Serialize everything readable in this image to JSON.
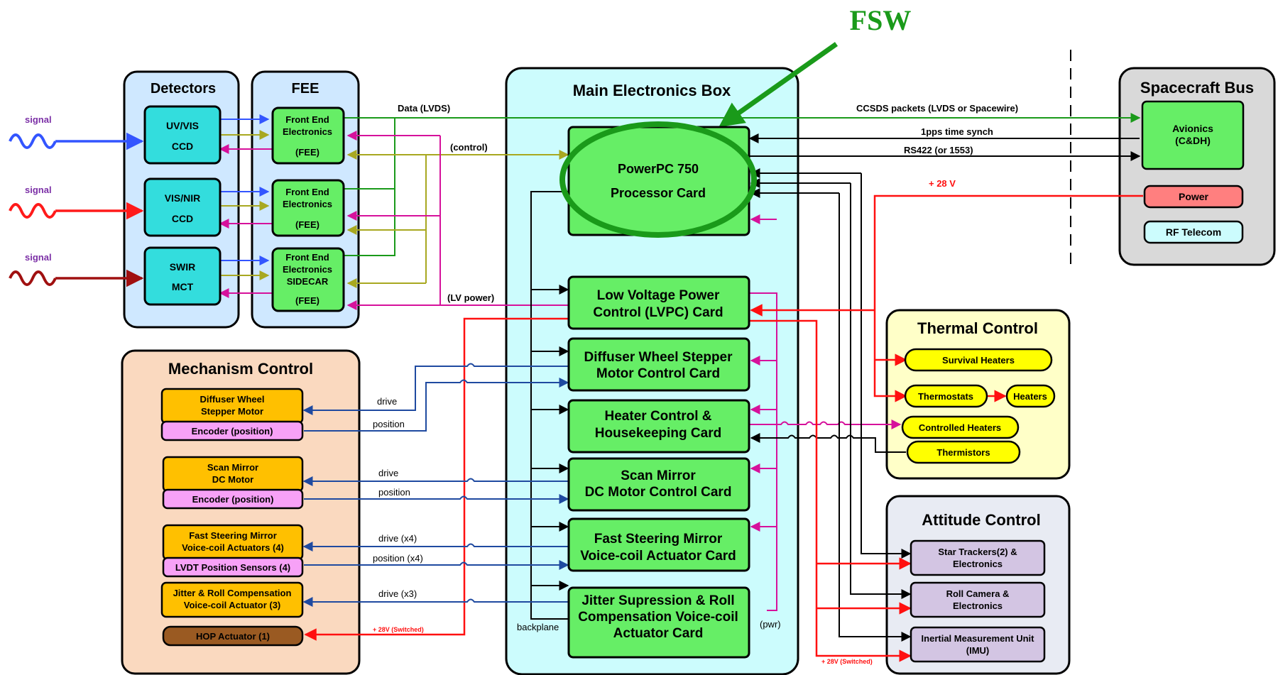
{
  "banner": "FSW",
  "panels": {
    "detectors": "Detectors",
    "fee": "FEE",
    "main": "Main Electronics Box",
    "spacecraft": "Spacecraft Bus",
    "thermal": "Thermal Control",
    "attitude": "Attitude Control",
    "mechanism": "Mechanism Control"
  },
  "signals": [
    "signal",
    "signal",
    "signal"
  ],
  "detectors": [
    {
      "l1": "UV/VIS",
      "l2": "CCD"
    },
    {
      "l1": "VIS/NIR",
      "l2": "CCD"
    },
    {
      "l1": "SWIR",
      "l2": "MCT"
    }
  ],
  "fee": [
    {
      "l1": "Front End",
      "l2": "Electronics",
      "l3": "(FEE)"
    },
    {
      "l1": "Front End",
      "l2": "Electronics",
      "l3": "(FEE)"
    },
    {
      "l1": "Front End",
      "l2": "Electronics",
      "l3": "SIDECAR",
      "l4": "(FEE)"
    }
  ],
  "cards": {
    "processor": {
      "l1": "PowerPC 750",
      "l2": "Processor Card"
    },
    "lvpc": {
      "l1": "Low Voltage Power",
      "l2": "Control (LVPC) Card"
    },
    "diffuser": {
      "l1": "Diffuser Wheel Stepper",
      "l2": "Motor Control Card"
    },
    "heater": {
      "l1": "Heater Control &",
      "l2": "Housekeeping Card"
    },
    "scan": {
      "l1": "Scan Mirror",
      "l2": "DC Motor Control Card"
    },
    "fsm": {
      "l1": "Fast Steering Mirror",
      "l2": "Voice-coil Actuator Card"
    },
    "jitter": {
      "l1": "Jitter Supression & Roll",
      "l2": "Compensation Voice-coil",
      "l3": "Actuator Card"
    }
  },
  "spacecraft": {
    "avionics": {
      "l1": "Avionics",
      "l2": "(C&DH)"
    },
    "power": "Power",
    "rf": "RF Telecom"
  },
  "thermal": {
    "survival": "Survival Heaters",
    "thermostats": "Thermostats",
    "heaters": "Heaters",
    "controlled": "Controlled Heaters",
    "thermistors": "Thermistors"
  },
  "attitude": {
    "star": {
      "l1": "Star Trackers(2) &",
      "l2": "Electronics"
    },
    "roll": {
      "l1": "Roll Camera &",
      "l2": "Electronics"
    },
    "imu": {
      "l1": "Inertial Measurement Unit",
      "l2": "(IMU)"
    }
  },
  "mechanism": {
    "diffuser_motor": {
      "l1": "Diffuser Wheel",
      "l2": "Stepper Motor"
    },
    "encoder1": "Encoder (position)",
    "scan_motor": {
      "l1": "Scan Mirror",
      "l2": "DC Motor"
    },
    "encoder2": "Encoder (position)",
    "fsm_act": {
      "l1": "Fast Steering Mirror",
      "l2": "Voice-coil Actuators (4)"
    },
    "lvdt": "LVDT Position Sensors (4)",
    "jitter_act": {
      "l1": "Jitter & Roll Compensation",
      "l2": "Voice-coil Actuator (3)"
    },
    "hop": "HOP Actuator (1)"
  },
  "wires": {
    "data_lvds": "Data (LVDS)",
    "ccsds": "CCSDS packets (LVDS or Spacewire)",
    "pps": "1pps time synch",
    "rs422": "RS422 (or 1553)",
    "plus28": "+ 28 V",
    "control": "(control)",
    "lvpower": "(LV power)",
    "drive1": "drive",
    "position1": "position",
    "drive2": "drive",
    "position2": "position",
    "drive3": "drive (x4)",
    "position3": "position (x4)",
    "drive4": "drive (x3)",
    "switched1": "+ 28V (Switched)",
    "switched2": "+ 28V (Switched)",
    "backplane": "backplane",
    "pwr": "(pwr)"
  },
  "colors": {
    "data_green": "#1a9a1a",
    "control_olive": "#a8a820",
    "power_magenta": "#d6119b",
    "power_red": "#ff1010",
    "drive_blue": "#1f4aa0",
    "signal_blue": "#3355ff",
    "signal_red": "#ff1a1a",
    "signal_darkred": "#a01010",
    "fsw_green": "#1a9a1a"
  }
}
